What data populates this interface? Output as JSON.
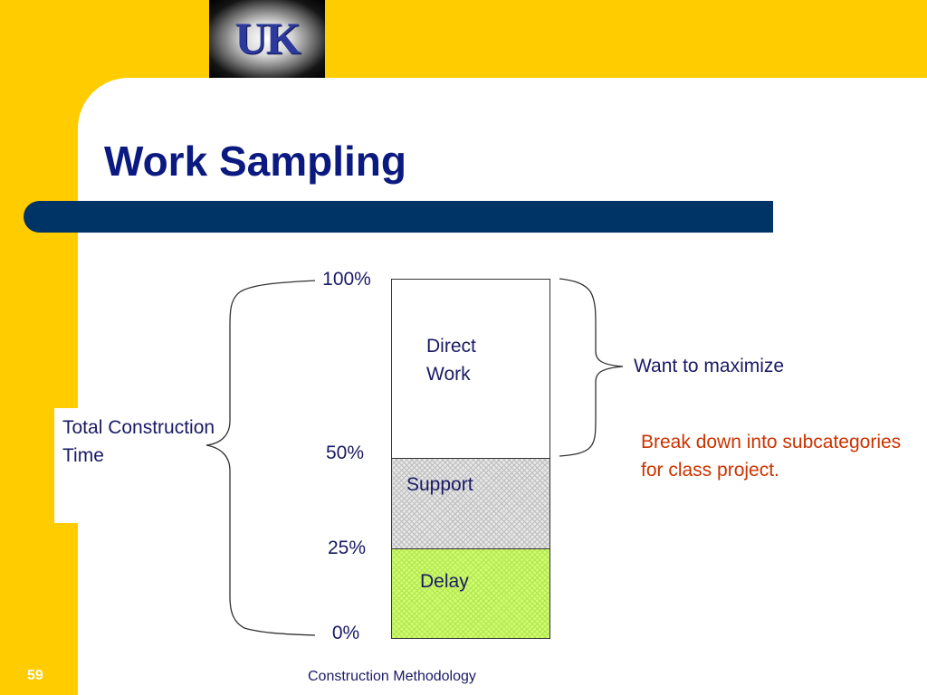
{
  "logo": {
    "text": "UK"
  },
  "slide": {
    "title": "Work Sampling",
    "footer": "Construction Methodology",
    "number": "59"
  },
  "diagram": {
    "left_label": "Total Construction Time",
    "ticks": [
      "100%",
      "50%",
      "25%",
      "0%"
    ],
    "segments": [
      {
        "label": "Direct Work",
        "from": 50,
        "to": 100
      },
      {
        "label": "Support",
        "from": 25,
        "to": 50
      },
      {
        "label": "Delay",
        "from": 0,
        "to": 25
      }
    ],
    "note_maximize": "Want to maximize",
    "note_breakdown": "Break down into subcategories for class project.",
    "colors": {
      "title": "#0a1a80",
      "title_bar": "#003366",
      "background": "#FFCC00",
      "delay": "#ccff66",
      "support": "#e6e6e6",
      "note_breakdown": "#cc3300"
    }
  }
}
